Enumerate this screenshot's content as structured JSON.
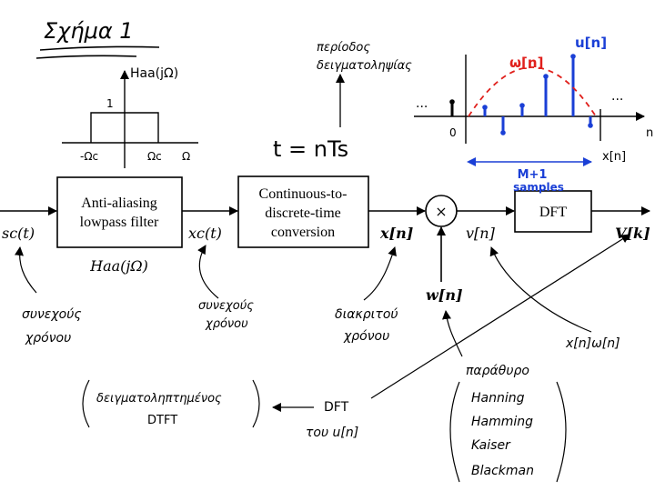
{
  "title": "Σχήμα 1",
  "blocks": {
    "antialias": {
      "line1": "Anti-aliasing",
      "line2": "lowpass filter",
      "sub": "Haa(jΩ)"
    },
    "ctod": {
      "line1": "Continuous-to-",
      "line2": "discrete-time",
      "line3": "conversion"
    },
    "multiplier": "×",
    "dft": "DFT"
  },
  "signals": {
    "sc": "sc(t)",
    "xc": "xc(t)",
    "xn": "x[n]",
    "vn": "v[n]",
    "wn": "w[n]",
    "Vk": "V[k]"
  },
  "filter_sketch": {
    "label": "Haa(jΩ)",
    "one": "1",
    "neg": "-Ωc",
    "pos": "Ωc",
    "omega": "Ω"
  },
  "sampling": {
    "relation": "t = nTs",
    "note_line1": "περίοδος",
    "note_line2": "δειγματοληψίας"
  },
  "window_plot": {
    "window_label": "ω[n]",
    "signal_label": "u[n]",
    "axis_n": "n",
    "axis_x": "x[n]",
    "zero": "0",
    "dots_left": "···",
    "dots_right": "···",
    "samples_line1": "M+1",
    "samples_line2": "samples"
  },
  "annotations": {
    "continuous_time_1": "συνεχούς",
    "continuous_time_2": "χρόνου",
    "continuous_time2_1": "συνεχούς",
    "continuous_time2_2": "χρόνου",
    "discrete_time_1": "διακριτού",
    "discrete_time_2": "χρόνου",
    "product": "x[n]ω[n]",
    "windows_title": "παράθυρο",
    "windows": [
      "Hanning",
      "Hamming",
      "Kaiser",
      "Blackman"
    ],
    "dft_of_1": "DFT",
    "dft_of_2": "του u[n]",
    "sampled_dtft_1": "δειγματοληπτημένος",
    "sampled_dtft_2": "DTFT"
  },
  "colors": {
    "window": "#e0201c",
    "signal": "#1a3fd6",
    "ink": "#000000"
  }
}
